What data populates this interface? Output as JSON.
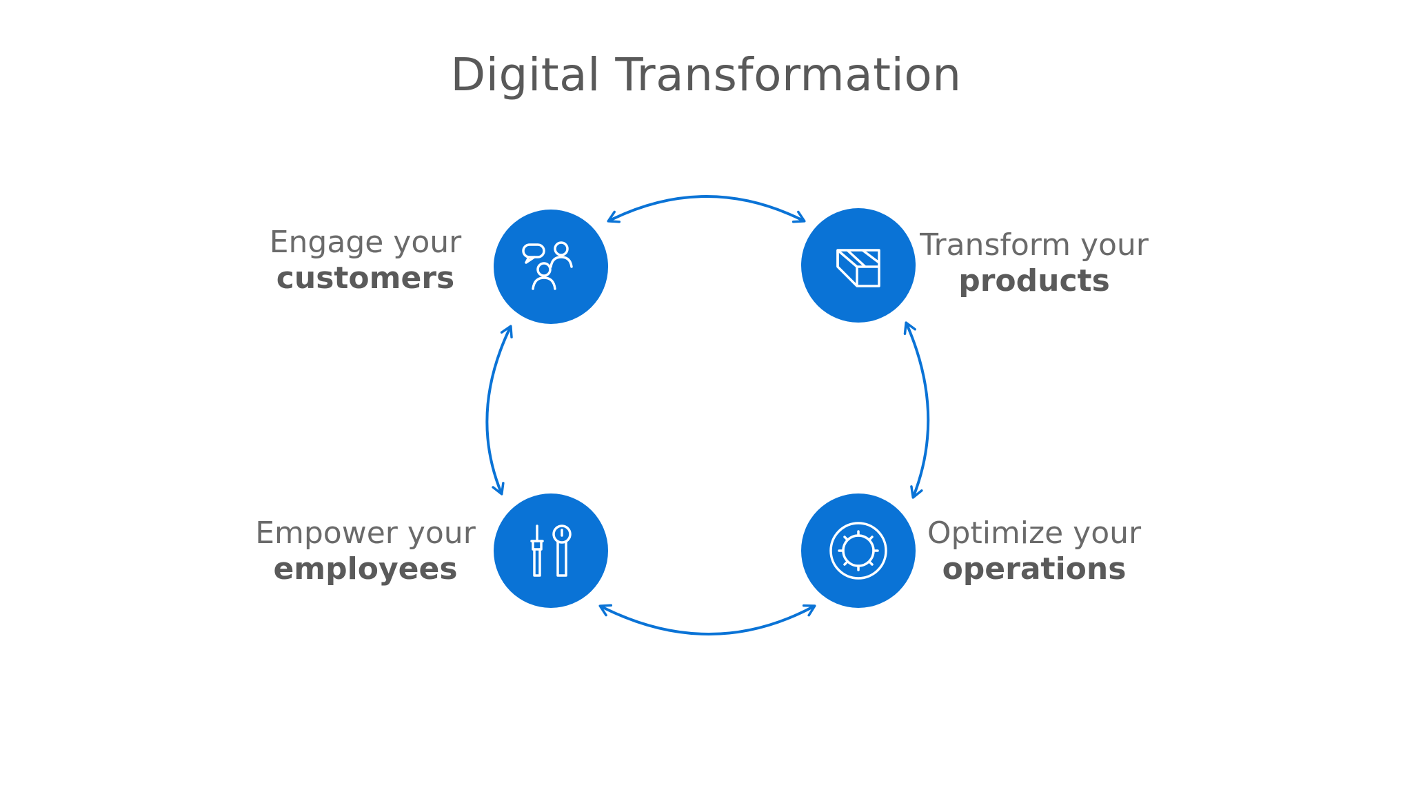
{
  "title": "Digital Transformation",
  "colors": {
    "accent": "#0a73d6",
    "text": "#595959",
    "background": "#ffffff"
  },
  "nodes": [
    {
      "line1": "Engage your",
      "line2": "customers",
      "icon": "customers-chat-icon"
    },
    {
      "line1": "Transform your",
      "line2": "products",
      "icon": "product-box-icon"
    },
    {
      "line1": "Empower your",
      "line2": "employees",
      "icon": "tools-icon"
    },
    {
      "line1": "Optimize your",
      "line2": "operations",
      "icon": "gear-icon"
    }
  ]
}
